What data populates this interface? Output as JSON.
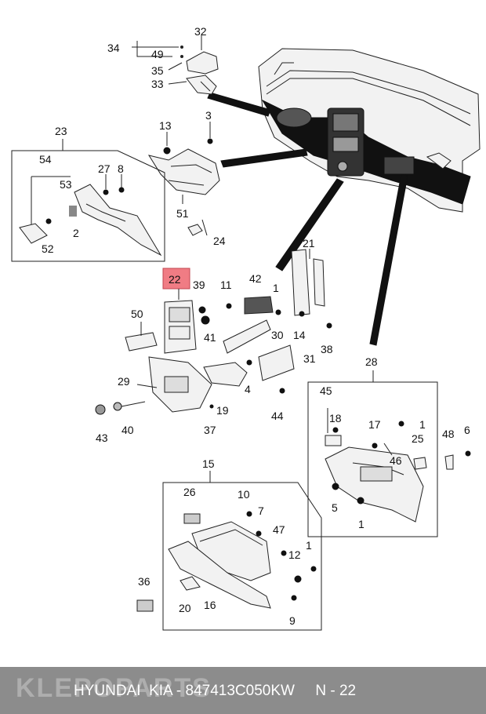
{
  "callouts": {
    "c1a": "1",
    "c1b": "1",
    "c1c": "1",
    "c1d": "1",
    "c2": "2",
    "c3": "3",
    "c4": "4",
    "c5": "5",
    "c6": "6",
    "c7": "7",
    "c8": "8",
    "c9": "9",
    "c10": "10",
    "c11": "11",
    "c12": "12",
    "c13": "13",
    "c14": "14",
    "c15": "15",
    "c16": "16",
    "c17": "17",
    "c18": "18",
    "c19": "19",
    "c20": "20",
    "c21": "21",
    "c22": "22",
    "c23": "23",
    "c24": "24",
    "c25": "25",
    "c26": "26",
    "c27": "27",
    "c28": "28",
    "c29": "29",
    "c30": "30",
    "c31": "31",
    "c32": "32",
    "c33": "33",
    "c34": "34",
    "c35": "35",
    "c36": "36",
    "c37": "37",
    "c38": "38",
    "c39": "39",
    "c40": "40",
    "c41": "41",
    "c42": "42",
    "c43": "43",
    "c44": "44",
    "c45": "45",
    "c46": "46",
    "c47": "47",
    "c48": "48",
    "c49": "49",
    "c50": "50",
    "c51": "51",
    "c52": "52",
    "c53": "53",
    "c54": "54"
  },
  "highlighted_part": "22",
  "highlight_color": "#f07c84",
  "footer": {
    "logo": "KLEPOPARTS",
    "caption": "HYUNDAI  KIA - 847413C050KW     N - 22",
    "background": "#8c8c8c"
  }
}
